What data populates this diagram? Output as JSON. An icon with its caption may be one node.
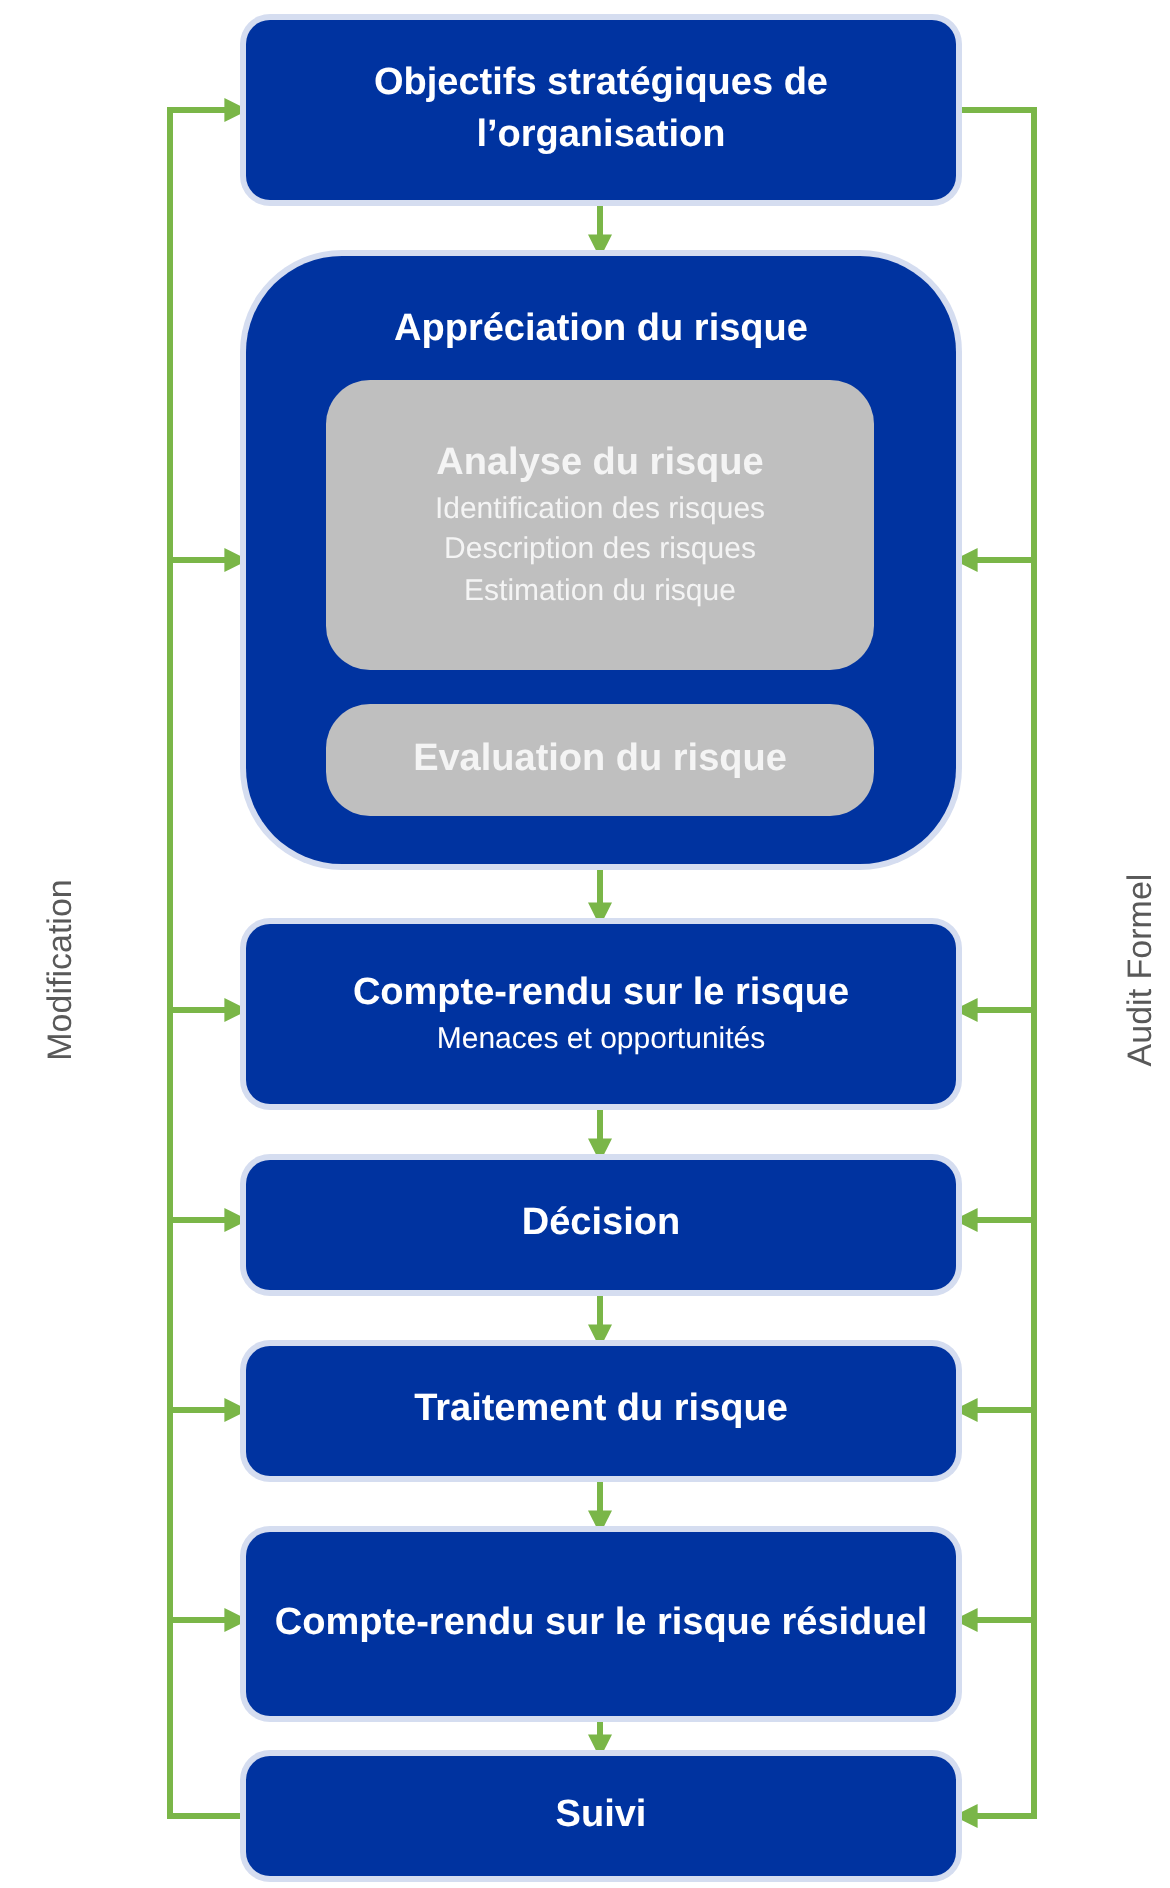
{
  "diagram": {
    "nodes": [
      {
        "text": [
          "Objectifs stratégiques de l’organisation"
        ]
      },
      {
        "text": [
          "Appréciation du risque"
        ]
      },
      {
        "text": [
          "Analyse du risque",
          "Identification des risques",
          "Description des risques",
          "Estimation du risque"
        ],
        "in": 1
      },
      {
        "text": [
          "Evaluation du risque"
        ],
        "in": 1
      },
      {
        "text": [
          "Compte-rendu sur le risque",
          "Menaces et opportunités"
        ]
      },
      {
        "text": [
          "Décision"
        ]
      },
      {
        "text": [
          "Traitement du risque"
        ]
      },
      {
        "text": [
          "Compte-rendu sur le risque résiduel"
        ]
      },
      {
        "text": [
          "Suivi"
        ]
      }
    ],
    "edges": [
      {
        "from": 0,
        "to": 1,
        "arrow": "to"
      },
      {
        "from": 1,
        "to": 4,
        "arrow": "to"
      },
      {
        "from": 4,
        "to": 5,
        "arrow": "to"
      },
      {
        "from": 5,
        "to": 6,
        "arrow": "to"
      },
      {
        "from": 6,
        "to": 7,
        "arrow": "to"
      },
      {
        "from": 7,
        "to": 8,
        "arrow": "to"
      },
      {
        "from": 8,
        "to": 0,
        "arrow": "to"
      },
      {
        "from": 8,
        "to": 1,
        "arrow": "to"
      },
      {
        "from": 8,
        "to": 4,
        "arrow": "to"
      },
      {
        "from": 8,
        "to": 5,
        "arrow": "to"
      },
      {
        "from": 8,
        "to": 6,
        "arrow": "to"
      },
      {
        "from": 8,
        "to": 7,
        "arrow": "to"
      },
      {
        "from": 0,
        "to": 1,
        "arrow": "to"
      },
      {
        "from": 0,
        "to": 4,
        "arrow": "to"
      },
      {
        "from": 0,
        "to": 5,
        "arrow": "to"
      },
      {
        "from": 0,
        "to": 6,
        "arrow": "to"
      },
      {
        "from": 0,
        "to": 7,
        "arrow": "to"
      },
      {
        "from": 0,
        "to": 8,
        "arrow": "to"
      }
    ],
    "labels": [
      "Modification",
      "Audit Formel"
    ]
  }
}
